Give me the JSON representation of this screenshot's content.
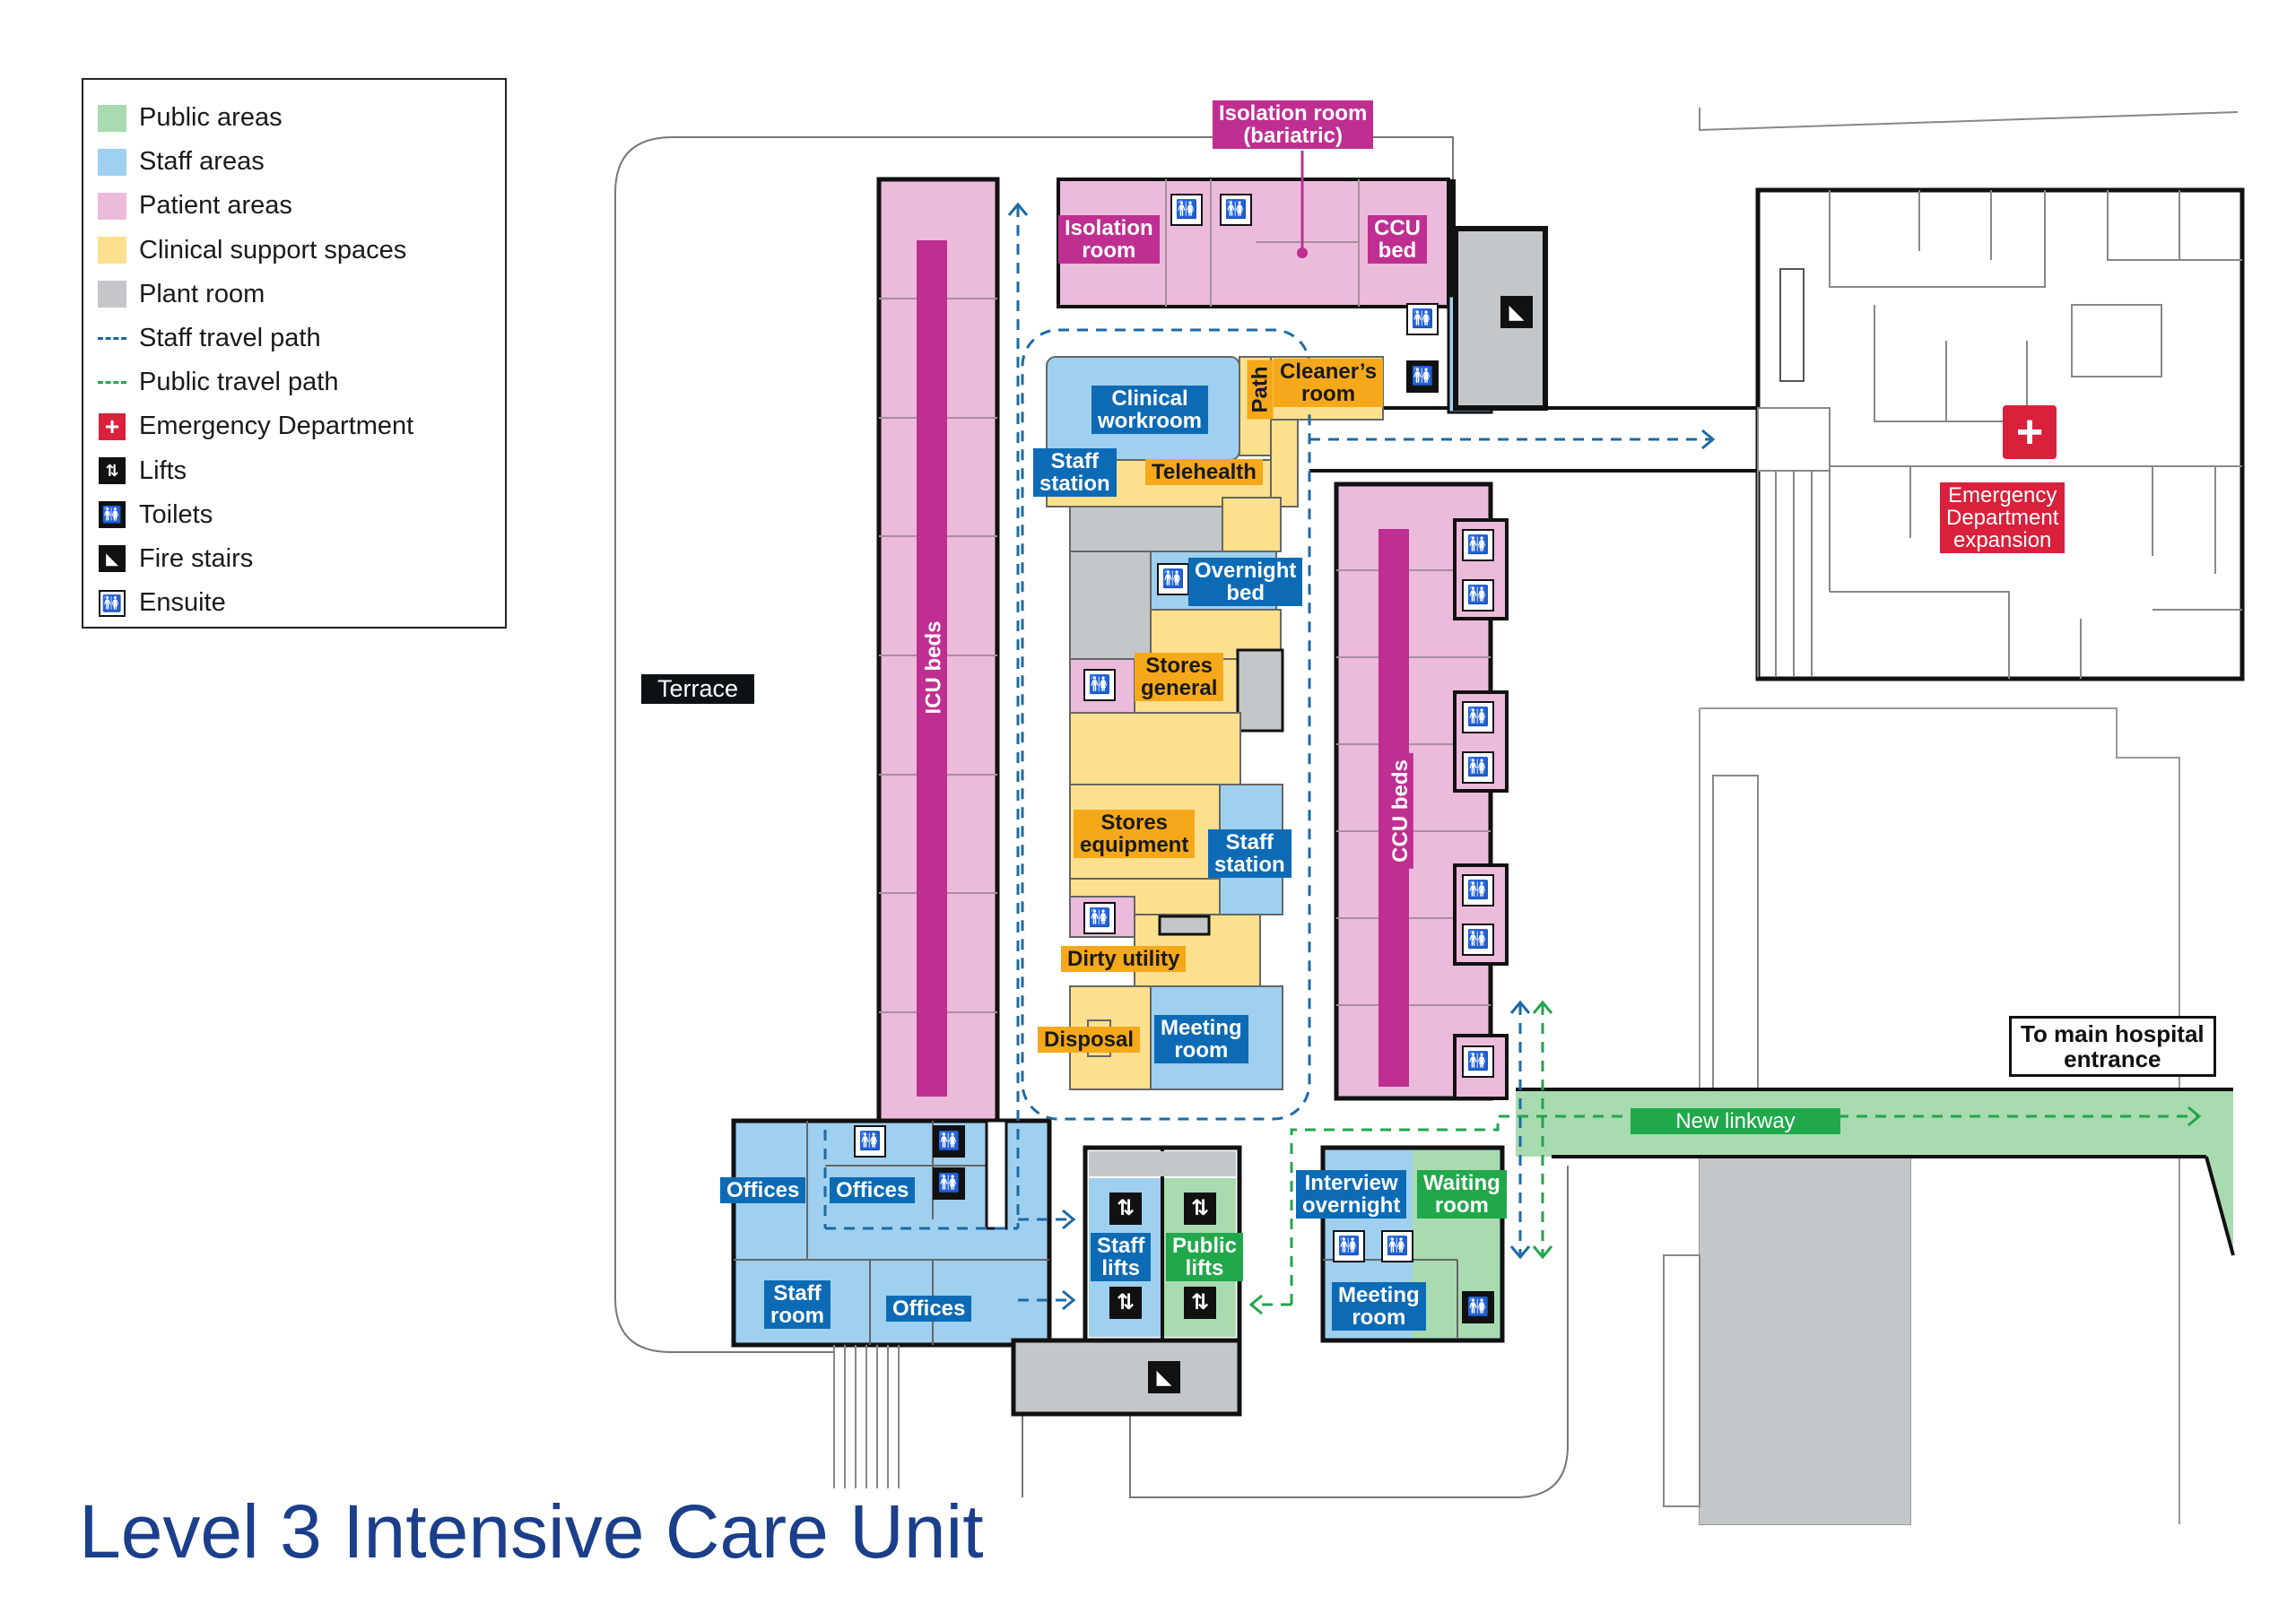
{
  "title": "Level 3 Intensive Care Unit",
  "colors": {
    "public": "#a9dbb0",
    "staff": "#9fd0ef",
    "patient": "#ecbadb",
    "clinical_support": "#fde08e",
    "plant": "#c4c7c9",
    "staff_path": "#1c6aa6",
    "public_path": "#23a64c",
    "label_blue": "#0d6bb5",
    "label_green": "#21a84a",
    "label_yellow": "#f5a81a",
    "label_magenta": "#bf2f91",
    "label_red": "#d9213b"
  },
  "legend": {
    "items": [
      {
        "label": "Public areas",
        "type": "swatch",
        "color": "#a9dbb0"
      },
      {
        "label": "Staff areas",
        "type": "swatch",
        "color": "#9fd0ef"
      },
      {
        "label": "Patient areas",
        "type": "swatch",
        "color": "#ecbadb"
      },
      {
        "label": "Clinical support spaces",
        "type": "swatch",
        "color": "#fde08e"
      },
      {
        "label": "Plant room",
        "type": "swatch",
        "color": "#c4c7c9"
      },
      {
        "label": "Staff travel path",
        "type": "dash",
        "color": "#1c6aa6"
      },
      {
        "label": "Public travel path",
        "type": "dash",
        "color": "#23a64c"
      },
      {
        "label": "Emergency Department",
        "type": "icon",
        "icon": "red-cross-icon"
      },
      {
        "label": "Lifts",
        "type": "icon",
        "icon": "lifts-icon"
      },
      {
        "label": "Toilets",
        "type": "icon",
        "icon": "toilets-icon"
      },
      {
        "label": "Fire stairs",
        "type": "icon",
        "icon": "fire-stairs-icon"
      },
      {
        "label": "Ensuite",
        "type": "icon",
        "icon": "ensuite-icon"
      }
    ]
  },
  "labels": {
    "terrace": "Terrace",
    "icu_beds": "ICU beds",
    "ccu_beds": "CCU beds",
    "isolation_bariatric": "Isolation room\n(bariatric)",
    "isolation_room": "Isolation\nroom",
    "ccu_bed": "CCU\nbed",
    "clinical_workroom": "Clinical\nworkroom",
    "path": "Path",
    "cleaners_room": "Cleaner’s\nroom",
    "staff_station_top": "Staff\nstation",
    "telehealth": "Telehealth",
    "overnight_bed": "Overnight\nbed",
    "stores_general": "Stores\ngeneral",
    "stores_equipment": "Stores\nequipment",
    "staff_station_mid": "Staff\nstation",
    "dirty_utility": "Dirty utility",
    "disposal": "Disposal",
    "meeting_room_center": "Meeting\nroom",
    "offices_left": "Offices",
    "offices_mid": "Offices",
    "staff_room": "Staff\nroom",
    "offices_bottom": "Offices",
    "staff_lifts": "Staff\nlifts",
    "public_lifts": "Public\nlifts",
    "interview_overnight": "Interview\novernight",
    "waiting_room": "Waiting\nroom",
    "meeting_room_bottom": "Meeting\nroom",
    "emergency_expansion": "Emergency\nDepartment\nexpansion",
    "main_entrance": "To main hospital\nentrance",
    "new_linkway": "New linkway"
  }
}
